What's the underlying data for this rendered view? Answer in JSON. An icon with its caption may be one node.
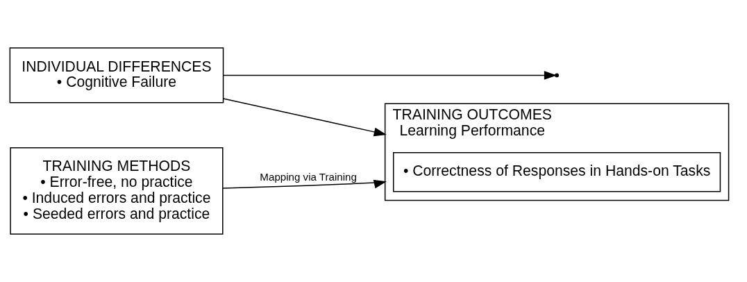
{
  "diagram": {
    "nodes": [
      {
        "text": [
          "INDIVIDUAL DIFFERENCES",
          "• Cognitive Failure"
        ]
      },
      {
        "text": [
          "TRAINING OUTCOMES",
          "Learning Performance"
        ]
      },
      {
        "text": [
          "• Correctness of Responses in Hands-on Tasks"
        ],
        "in": 1
      },
      {
        "text": [
          "TRAINING METHODS",
          "• Error-free, no practice",
          "• Induced errors and practice",
          "• Seeded errors and practice"
        ]
      }
    ],
    "edges": [
      {
        "from": 0,
        "to": 1,
        "arrow": "to"
      },
      {
        "from": 0,
        "to": null,
        "arrow": "to"
      },
      {
        "from": 3,
        "to": 1,
        "label": "Mapping via Training",
        "arrow": "to"
      }
    ]
  }
}
